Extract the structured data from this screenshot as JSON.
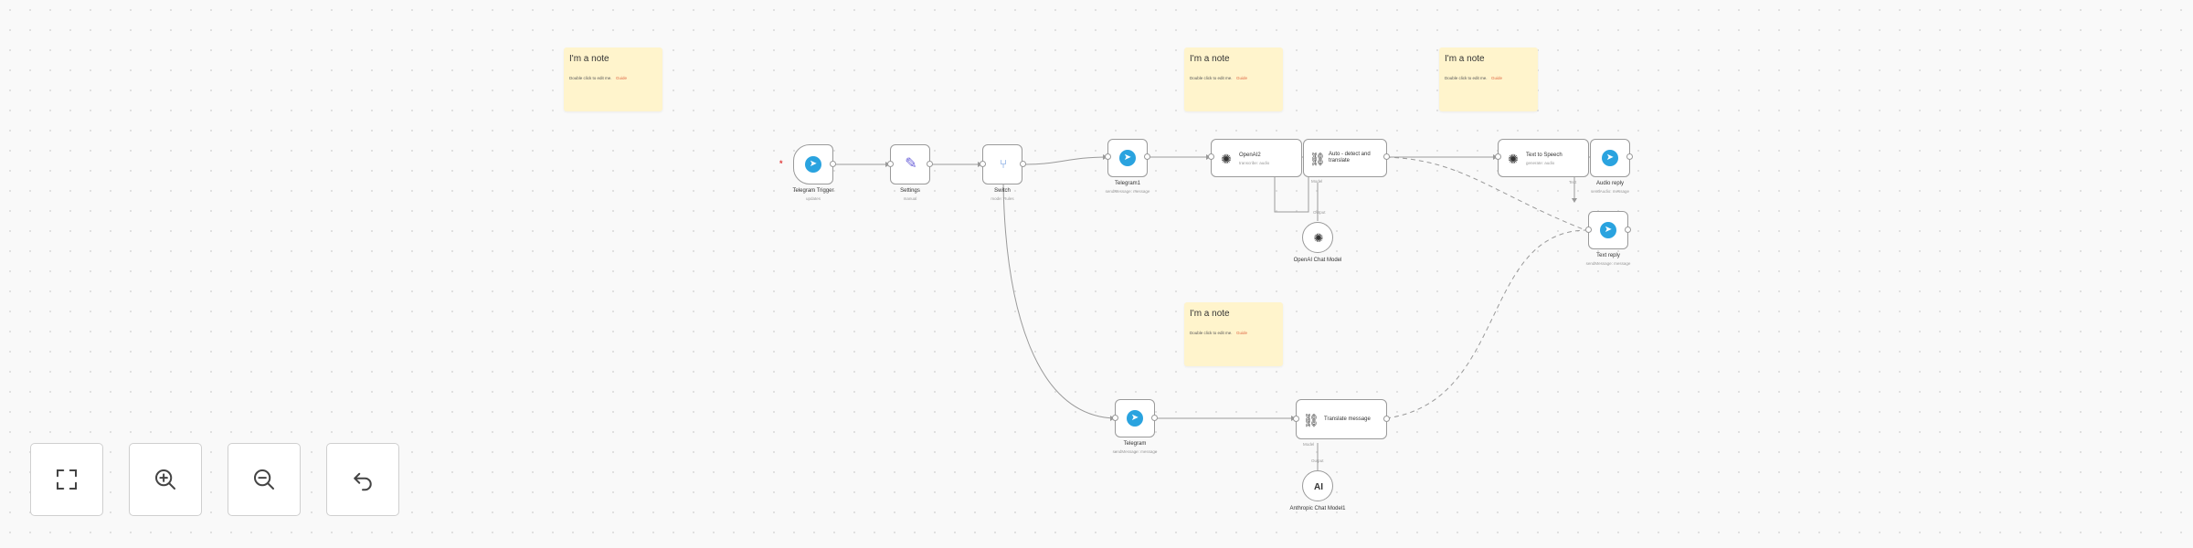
{
  "notes": [
    {
      "title": "I'm a note",
      "body": "Double click to edit me.",
      "link": "Guide"
    },
    {
      "title": "I'm a note",
      "body": "Double click to edit me.",
      "link": "Guide"
    },
    {
      "title": "I'm a note",
      "body": "Double click to edit me.",
      "link": "Guide"
    },
    {
      "title": "I'm a note",
      "body": "Double click to edit me.",
      "link": "Guide"
    }
  ],
  "nodes": {
    "telegram_trigger": {
      "label": "Telegram Trigger",
      "sub": "updates",
      "icon": "telegram-icon"
    },
    "settings": {
      "label": "Settings",
      "sub": "manual",
      "icon": "pencil-icon"
    },
    "switch": {
      "label": "Switch",
      "sub": "mode: Rules",
      "icon": "switch-icon"
    },
    "telegram1": {
      "label": "Telegram1",
      "sub": "sendMessage: message",
      "icon": "telegram-icon"
    },
    "openai2": {
      "label": "OpenAI2",
      "sub": "transcribe: audio",
      "icon": "openai-icon"
    },
    "auto_detect": {
      "label": "Auto - detect and translate",
      "icon": "chain-link-icon"
    },
    "openai_chat_model": {
      "label": "OpenAI Chat Model",
      "icon": "openai-icon"
    },
    "text_to_speech": {
      "label": "Text to Speech",
      "sub": "generate: audio",
      "icon": "openai-icon"
    },
    "audio_reply": {
      "label": "Audio reply",
      "sub": "sendAudio: message",
      "icon": "telegram-icon"
    },
    "text_reply": {
      "label": "Text reply",
      "sub": "sendMessage: message",
      "icon": "telegram-icon"
    },
    "telegram": {
      "label": "Telegram",
      "sub": "sendMessage: message",
      "icon": "telegram-icon"
    },
    "translate_message": {
      "label": "Translate message",
      "icon": "chain-link-icon"
    },
    "anthropic_chat_model": {
      "label": "Anthropic Chat Model1",
      "icon": "anthropic-icon"
    }
  },
  "ports": {
    "model": "Model",
    "text": "Text",
    "output": "Output"
  },
  "controls": [
    {
      "name": "zoom-to-fit",
      "icon": "fit-view-icon"
    },
    {
      "name": "zoom-in",
      "icon": "zoom-in-icon"
    },
    {
      "name": "zoom-out",
      "icon": "zoom-out-icon"
    },
    {
      "name": "reset-zoom",
      "icon": "undo-icon"
    }
  ],
  "colors": {
    "telegram": "#2aa3df",
    "sticky": "#fff4cc",
    "warning": "#e03b3b",
    "link": "#e06a45"
  }
}
